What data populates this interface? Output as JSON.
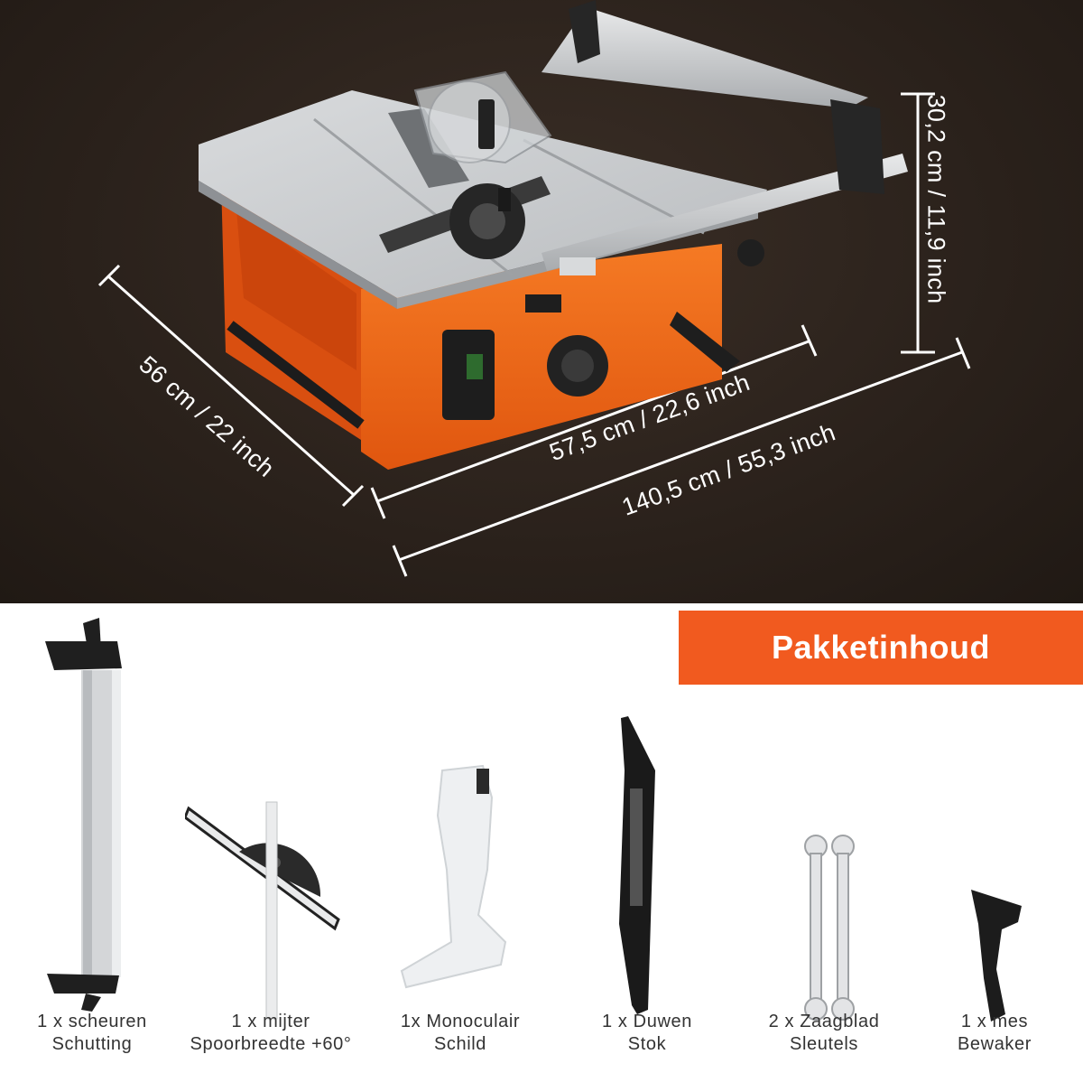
{
  "dimensions": {
    "depth": "56 cm / 22 inch",
    "table_width": "57,5 cm / 22,6 inch",
    "total_width": "140,5 cm / 55,3 inch",
    "height": "30,2 cm / 11,9 inch"
  },
  "package": {
    "title": "Pakketinhoud",
    "items": [
      {
        "line1": "1 x scheuren",
        "line2": "Schutting",
        "icon": "rip-fence-icon"
      },
      {
        "line1": "1 x mijter",
        "line2": "Spoorbreedte +60°",
        "icon": "miter-gauge-icon"
      },
      {
        "line1": "1x Monoculair",
        "line2": "Schild",
        "icon": "blade-guard-icon"
      },
      {
        "line1": "1 x Duwen",
        "line2": "Stok",
        "icon": "push-stick-icon"
      },
      {
        "line1": "2 x Zaagblad",
        "line2": "Sleutels",
        "icon": "wrench-icon"
      },
      {
        "line1": "1 x mes",
        "line2": "Bewaker",
        "icon": "riving-knife-icon"
      }
    ]
  },
  "colors": {
    "accent": "#f15a1f",
    "saw_body": "#f36a1a",
    "table_top": "#c9cbcd",
    "background": "#2a211b"
  }
}
